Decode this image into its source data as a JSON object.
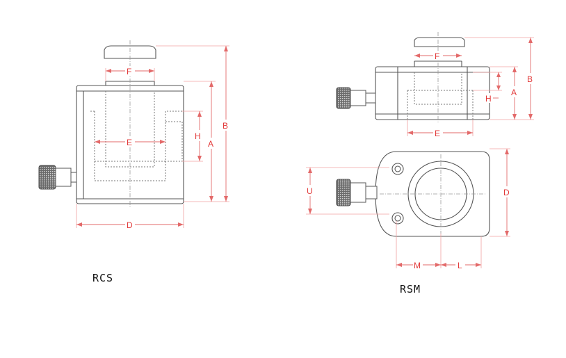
{
  "rcs": {
    "caption": "RCS",
    "dims": {
      "b": "B",
      "a": "A",
      "h": "H",
      "f": "F",
      "e": "E",
      "d": "D"
    }
  },
  "rsm": {
    "caption": "RSM",
    "dims": {
      "b": "B",
      "a": "A",
      "h": "H",
      "f": "F",
      "e": "E",
      "d": "D",
      "u": "U",
      "m": "M",
      "l": "L"
    }
  },
  "colors": {
    "dimension": "#e23a3a",
    "outline": "#555555",
    "caption": "#111111"
  }
}
